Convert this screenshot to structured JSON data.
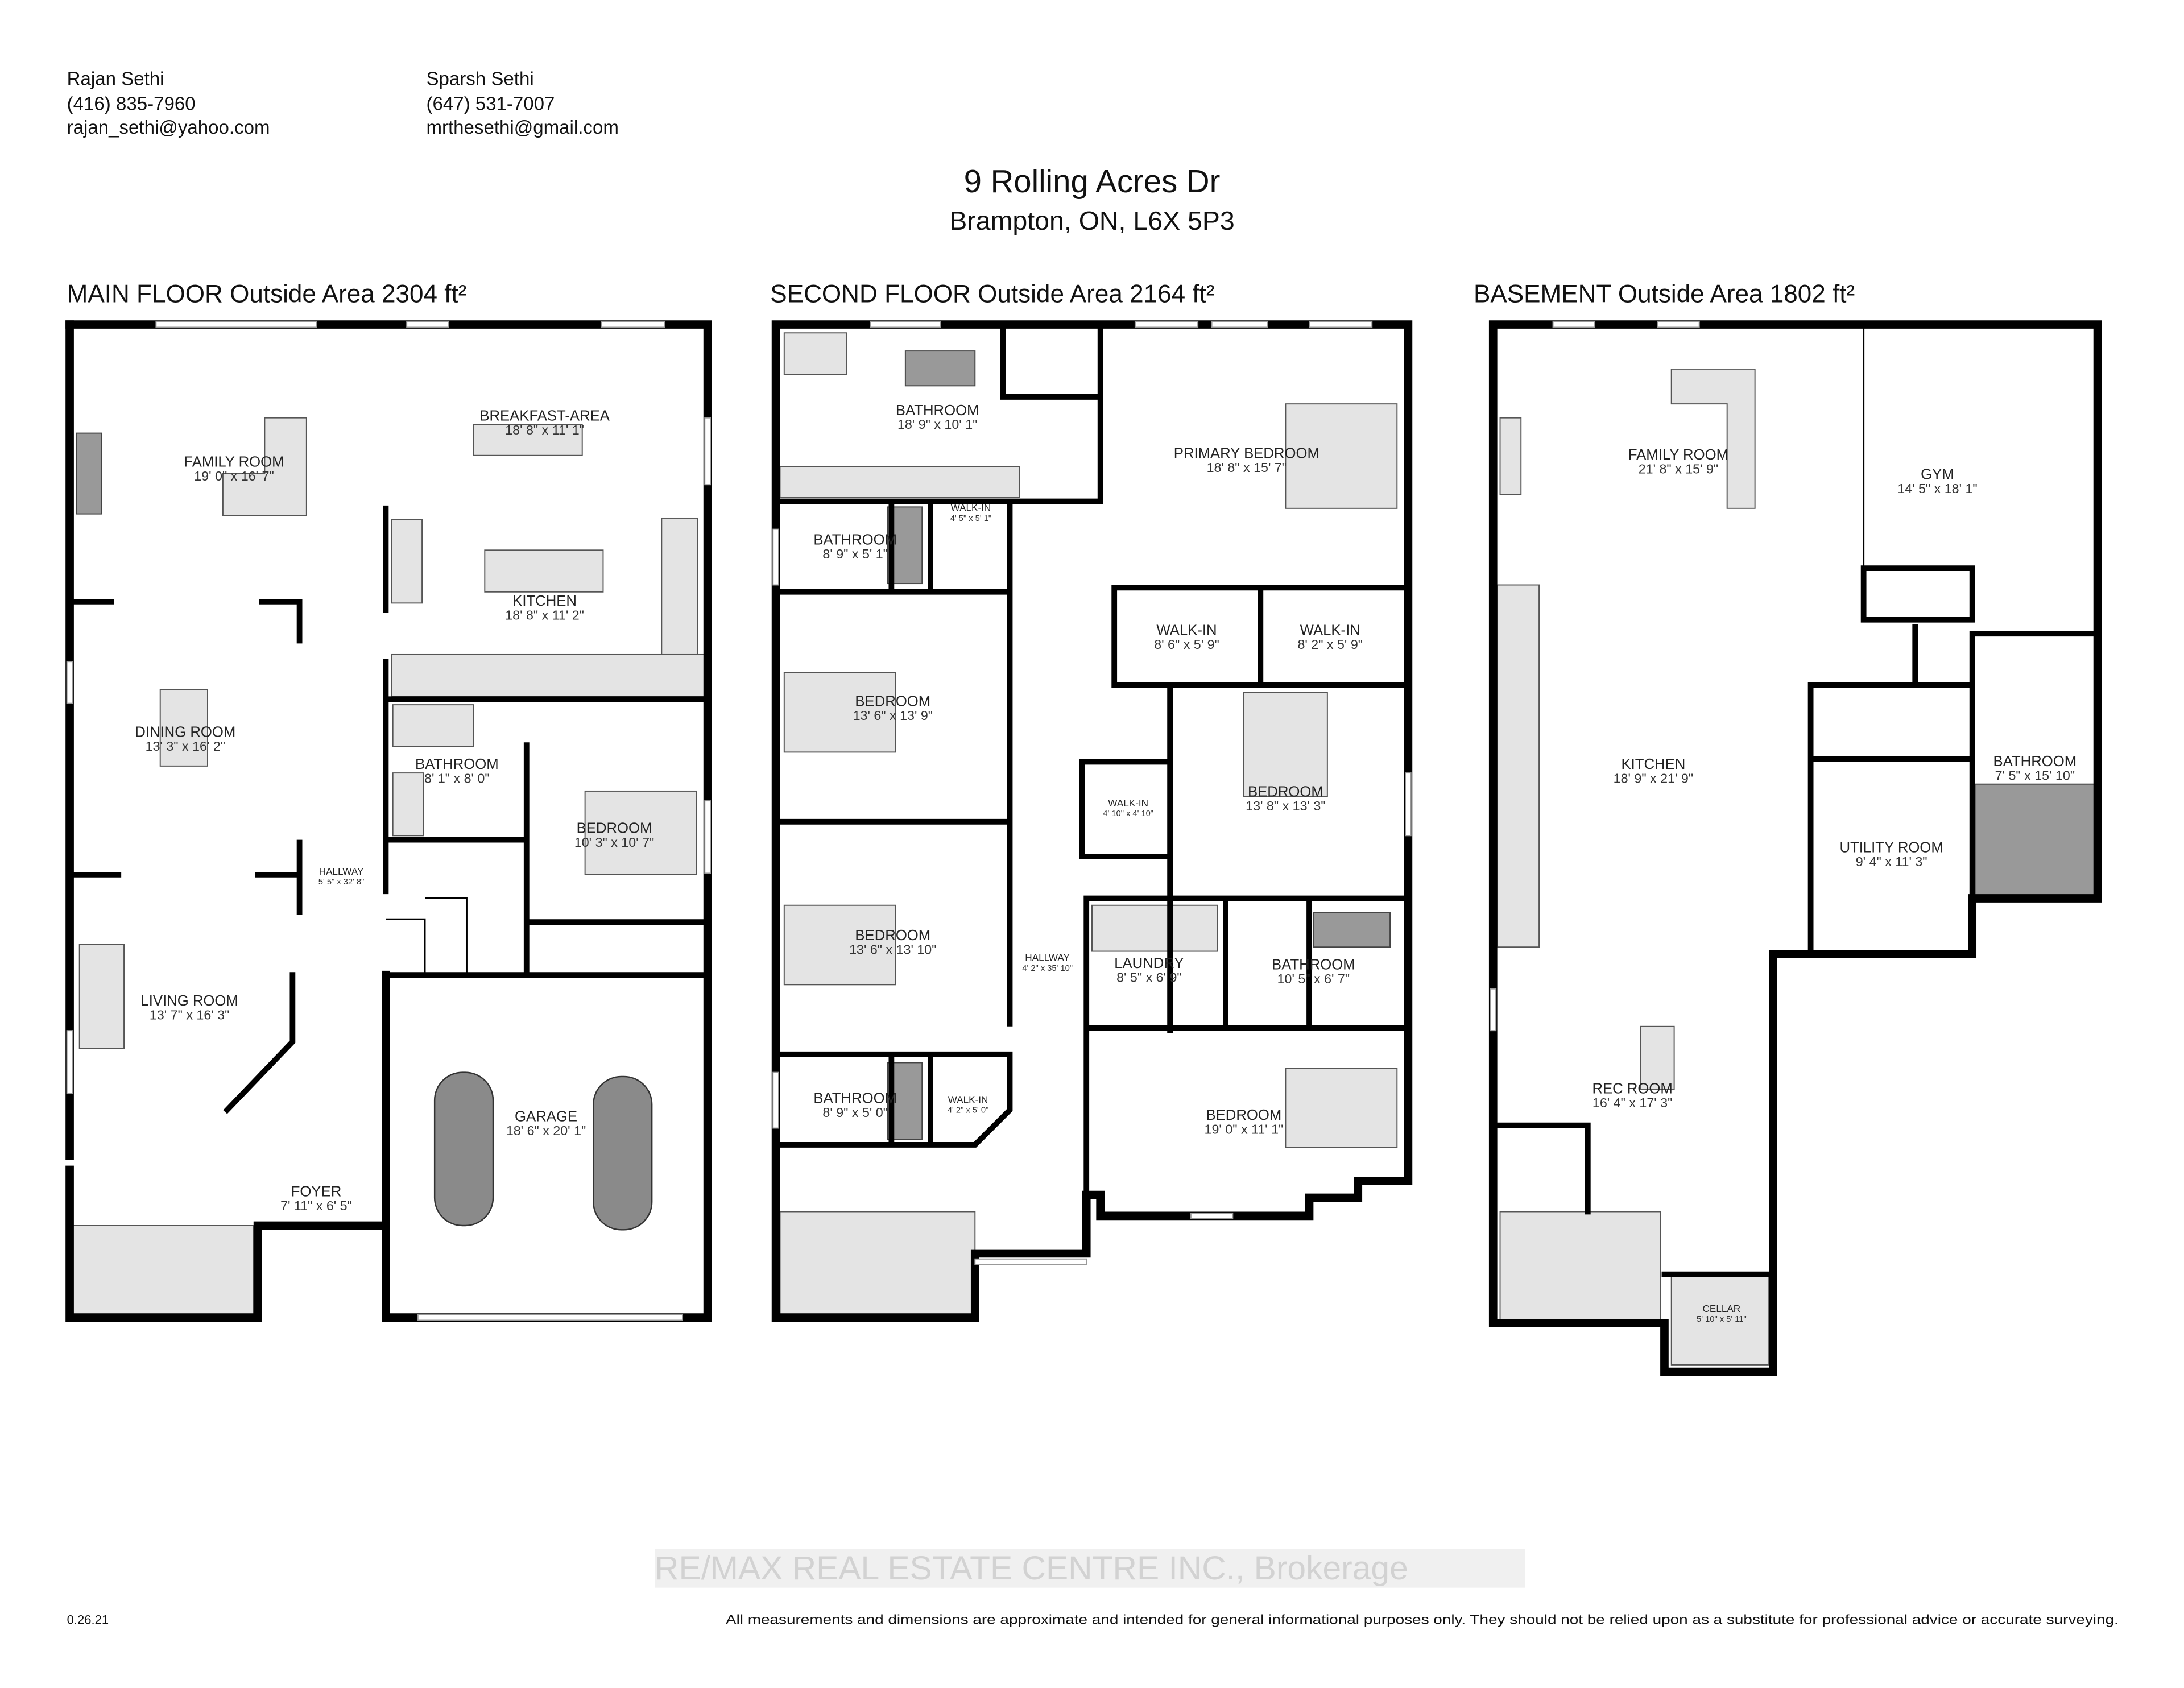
{
  "contacts": [
    {
      "name": "Rajan Sethi",
      "phone": "(416) 835-7960",
      "email": "rajan_sethi@yahoo.com"
    },
    {
      "name": "Sparsh Sethi",
      "phone": "(647) 531-7007",
      "email": "mrthesethi@gmail.com"
    }
  ],
  "address": {
    "line1": "9 Rolling Acres Dr",
    "line2": "Brampton, ON, L6X 5P3"
  },
  "floors": [
    {
      "title": "MAIN FLOOR Outside Area 2304 ft²",
      "rooms": [
        {
          "name": "BREAKFAST-AREA",
          "dims": "18' 8\" x 11' 1\""
        },
        {
          "name": "FAMILY ROOM",
          "dims": "19' 0\" x 16' 7\""
        },
        {
          "name": "KITCHEN",
          "dims": "18' 8\" x 11' 2\""
        },
        {
          "name": "DINING ROOM",
          "dims": "13' 3\" x 16' 2\""
        },
        {
          "name": "BATHROOM",
          "dims": "8' 1\" x 8' 0\""
        },
        {
          "name": "BEDROOM",
          "dims": "10' 3\" x 10' 7\""
        },
        {
          "name": "HALLWAY",
          "dims": "5' 5\" x 32' 8\""
        },
        {
          "name": "LIVING ROOM",
          "dims": "13' 7\" x 16' 3\""
        },
        {
          "name": "GARAGE",
          "dims": "18' 6\" x 20' 1\""
        },
        {
          "name": "FOYER",
          "dims": "7' 11\" x 6' 5\""
        }
      ]
    },
    {
      "title": "SECOND FLOOR Outside Area 2164 ft²",
      "rooms": [
        {
          "name": "BATHROOM",
          "dims": "18' 9\" x 10' 1\""
        },
        {
          "name": "PRIMARY BEDROOM",
          "dims": "18' 8\" x 15' 7\""
        },
        {
          "name": "BATHROOM",
          "dims": "8' 9\" x 5' 1\""
        },
        {
          "name": "WALK-IN",
          "dims": "4' 5\" x 5' 1\""
        },
        {
          "name": "WALK-IN",
          "dims": "8' 6\" x 5' 9\""
        },
        {
          "name": "WALK-IN",
          "dims": "8' 2\" x 5' 9\""
        },
        {
          "name": "BEDROOM",
          "dims": "13' 6\" x 13' 9\""
        },
        {
          "name": "BEDROOM",
          "dims": "13' 8\" x 13' 3\""
        },
        {
          "name": "WALK-IN",
          "dims": "4' 10\" x 4' 10\""
        },
        {
          "name": "BEDROOM",
          "dims": "13' 6\" x 13' 10\""
        },
        {
          "name": "HALLWAY",
          "dims": "4' 2\" x 35' 10\""
        },
        {
          "name": "LAUNDRY",
          "dims": "8' 5\" x 6' 9\""
        },
        {
          "name": "BATHROOM",
          "dims": "10' 5\" x 6' 7\""
        },
        {
          "name": "BEDROOM",
          "dims": "19' 0\" x 11' 1\""
        },
        {
          "name": "BATHROOM",
          "dims": "8' 9\" x 5' 0\""
        },
        {
          "name": "WALK-IN",
          "dims": "4' 2\" x 5' 0\""
        }
      ]
    },
    {
      "title": "BASEMENT Outside Area 1802 ft²",
      "rooms": [
        {
          "name": "FAMILY ROOM",
          "dims": "21' 8\" x 15' 9\""
        },
        {
          "name": "GYM",
          "dims": "14' 5\" x 18' 1\""
        },
        {
          "name": "KITCHEN",
          "dims": "18' 9\" x 21' 9\""
        },
        {
          "name": "BATHROOM",
          "dims": "7' 5\" x 15' 10\""
        },
        {
          "name": "UTILITY ROOM",
          "dims": "9' 4\" x 11' 3\""
        },
        {
          "name": "REC ROOM",
          "dims": "16' 4\" x 17' 3\""
        },
        {
          "name": "CELLAR",
          "dims": "5' 10\" x 5' 11\""
        }
      ]
    }
  ],
  "footer": {
    "version": "0.26.21",
    "watermark": "RE/MAX REAL ESTATE CENTRE INC., Brokerage",
    "disclaimer": "All measurements and dimensions are approximate and intended for general informational purposes only. They should not be relied upon as a substitute for professional advice or accurate surveying."
  }
}
